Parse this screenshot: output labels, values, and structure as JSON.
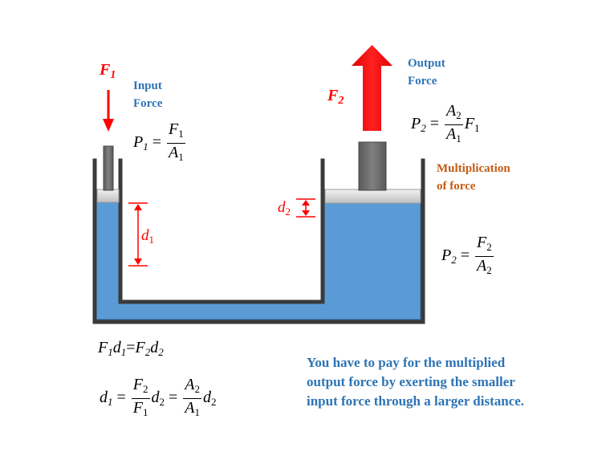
{
  "labels": {
    "f1": "F",
    "f1_sub": "1",
    "f2": "F",
    "f2_sub": "2",
    "input_force": [
      "Input",
      "Force"
    ],
    "output_force": [
      "Output",
      "Force"
    ],
    "multiplication": [
      "Multiplication",
      "of force"
    ],
    "d1": "d",
    "d1_sub": "1",
    "d2": "d",
    "d2_sub": "2"
  },
  "equations": {
    "p1": {
      "lhs": "P",
      "lhs_sub": "1",
      "num": "F",
      "num_sub": "1",
      "den": "A",
      "den_sub": "1"
    },
    "p2_top": {
      "lhs": "P",
      "lhs_sub": "2",
      "num": "A",
      "num_sub": "2",
      "den": "A",
      "den_sub": "1",
      "tail": "F",
      "tail_sub": "1"
    },
    "p2_right": {
      "lhs": "P",
      "lhs_sub": "2",
      "num": "F",
      "num_sub": "2",
      "den": "A",
      "den_sub": "2"
    },
    "work": {
      "a": "F",
      "a_sub": "1",
      "b": "d",
      "b_sub": "1",
      "eq": "=",
      "c": "F",
      "c_sub": "2",
      "d": "d",
      "d_sub": "2"
    },
    "distance": {
      "lhs": "d",
      "lhs_sub": "1",
      "f1_num": "F",
      "f1_num_sub": "2",
      "f1_den": "F",
      "f1_den_sub": "1",
      "mid": "d",
      "mid_sub": "2",
      "f2_num": "A",
      "f2_num_sub": "2",
      "f2_den": "A",
      "f2_den_sub": "1",
      "tail": "d",
      "tail_sub": "2"
    }
  },
  "note": [
    "You have to pay for the multiplied",
    "output force by exerting the smaller",
    "input force through a larger distance."
  ],
  "colors": {
    "fluid": "#5b9bd5",
    "fluid_edge": "#2e5f8f",
    "wall": "#404040",
    "piston": "#6e6e6e",
    "plate": "#d9d9d9",
    "arrow": "#ff0000"
  }
}
